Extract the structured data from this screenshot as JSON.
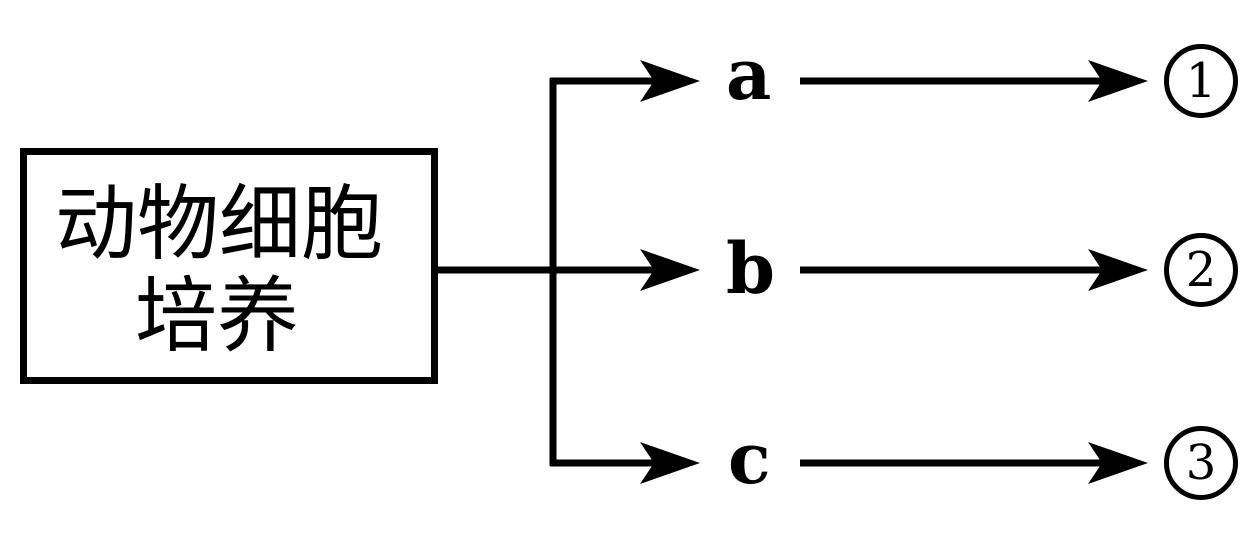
{
  "diagram": {
    "source": {
      "line1": "动物细胞",
      "line2": "培养"
    },
    "branches": [
      {
        "label": "a",
        "result": "1"
      },
      {
        "label": "b",
        "result": "2"
      },
      {
        "label": "c",
        "result": "3"
      }
    ]
  }
}
